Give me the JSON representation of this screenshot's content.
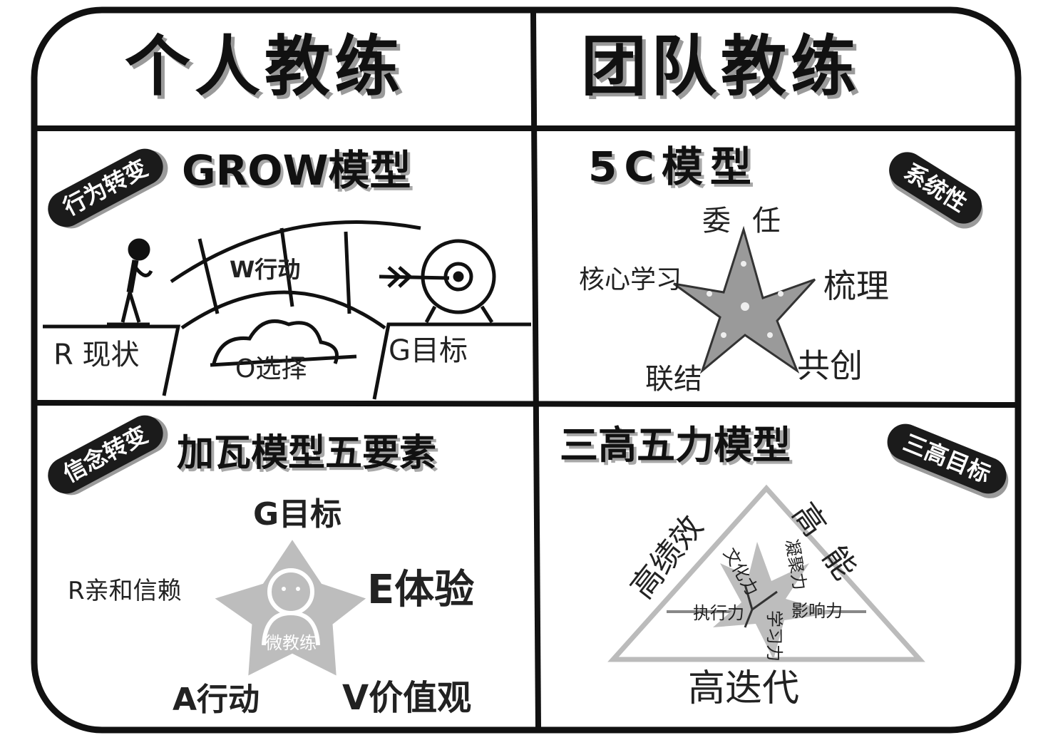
{
  "headers": {
    "left": "个人教练",
    "right": "团队教练"
  },
  "q1": {
    "tag": "行为转变",
    "title": "GROW模型",
    "r": "R 现状",
    "w": "W行动",
    "o": "O选择",
    "g": "G目标"
  },
  "q2": {
    "tag": "系统性",
    "title": "5C模型",
    "top": "委任",
    "right": "梳理",
    "left": "核心学习",
    "bottom_right": "共创",
    "bottom_left": "联结"
  },
  "q3": {
    "tag": "信念转变",
    "title": "加瓦模型五要素",
    "g": "G目标",
    "r": "R亲和信赖",
    "e": "E体验",
    "a": "A行动",
    "v": "V价值观",
    "center": "微教练"
  },
  "q4": {
    "tag": "三高目标",
    "title": "三高五力模型",
    "left_side": "高绩效",
    "right_side": "高能",
    "bottom": "高迭代",
    "star_top_left": "文化力",
    "star_top_right": "凝聚力",
    "star_left": "执行力",
    "star_right": "影响力",
    "star_bottom": "学习力"
  },
  "colors": {
    "ink": "#111111",
    "shadow": "#9a9a9a",
    "star_fill": "#bdbdbd"
  }
}
